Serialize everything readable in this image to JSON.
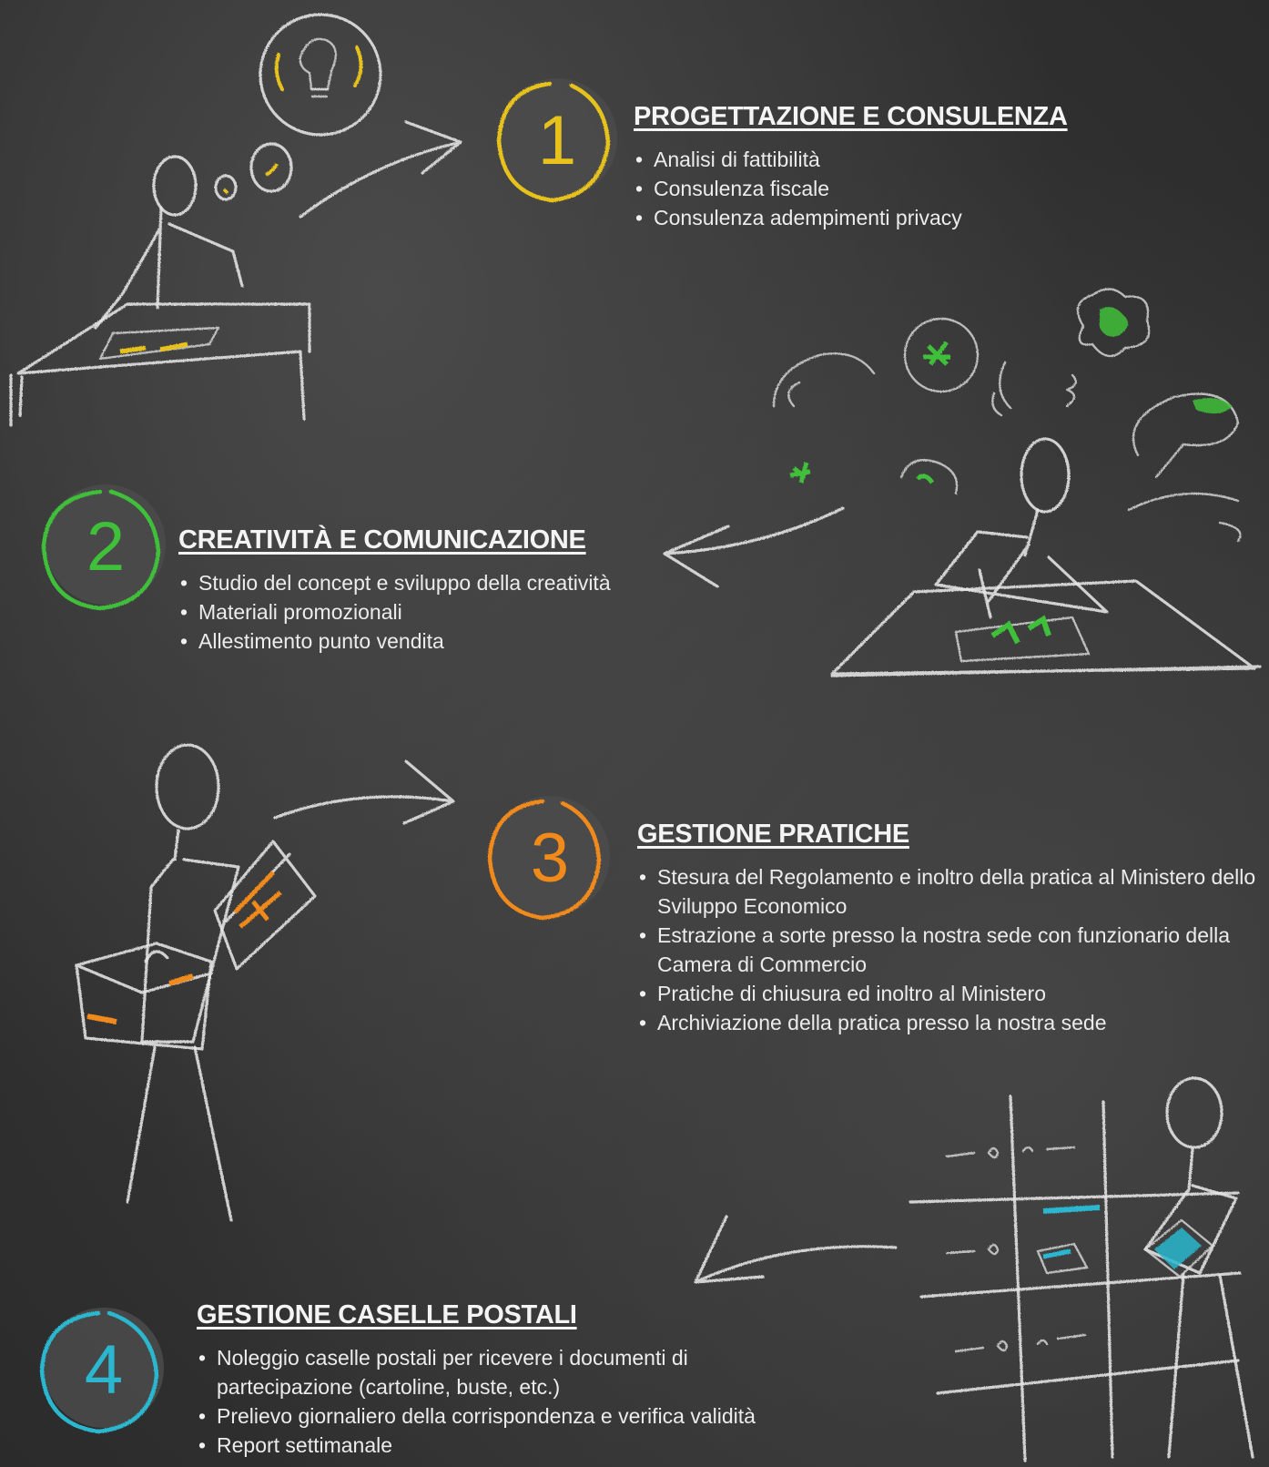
{
  "colors": {
    "board": "#333333",
    "chalk": "#e6e6e6",
    "step1": "#e8c21c",
    "step2": "#3fbf3a",
    "step3": "#f08a1a",
    "step4": "#2bb7cf"
  },
  "steps": [
    {
      "number": "1",
      "title": "PROGETTAZIONE E CONSULENZA",
      "items": [
        "Analisi di fattibilità",
        "Consulenza fiscale",
        "Consulenza adempimenti privacy"
      ]
    },
    {
      "number": "2",
      "title": "CREATIVITÀ E COMUNICAZIONE",
      "items": [
        "Studio del concept e sviluppo della creatività",
        "Materiali promozionali",
        "Allestimento punto vendita"
      ]
    },
    {
      "number": "3",
      "title": "GESTIONE PRATICHE",
      "items": [
        "Stesura del Regolamento e inoltro della pratica al Ministero dello Sviluppo Economico",
        "Estrazione a sorte presso la nostra sede con funzionario della Camera di Commercio",
        "Pratiche di chiusura ed inoltro al Ministero",
        "Archiviazione della pratica presso la nostra sede"
      ]
    },
    {
      "number": "4",
      "title": "GESTIONE CASELLE POSTALI",
      "items": [
        "Noleggio caselle postali per ricevere i documenti di partecipazione (cartoline, buste, etc.)",
        "Prelievo giornaliero della corrispondenza e verifica validità",
        "Report settimanale"
      ]
    }
  ],
  "illustrations": [
    {
      "icon": "person-idea-desk-icon"
    },
    {
      "icon": "person-creative-desk-icon"
    },
    {
      "icon": "person-with-folders-icon"
    },
    {
      "icon": "person-at-mailboxes-icon"
    }
  ]
}
